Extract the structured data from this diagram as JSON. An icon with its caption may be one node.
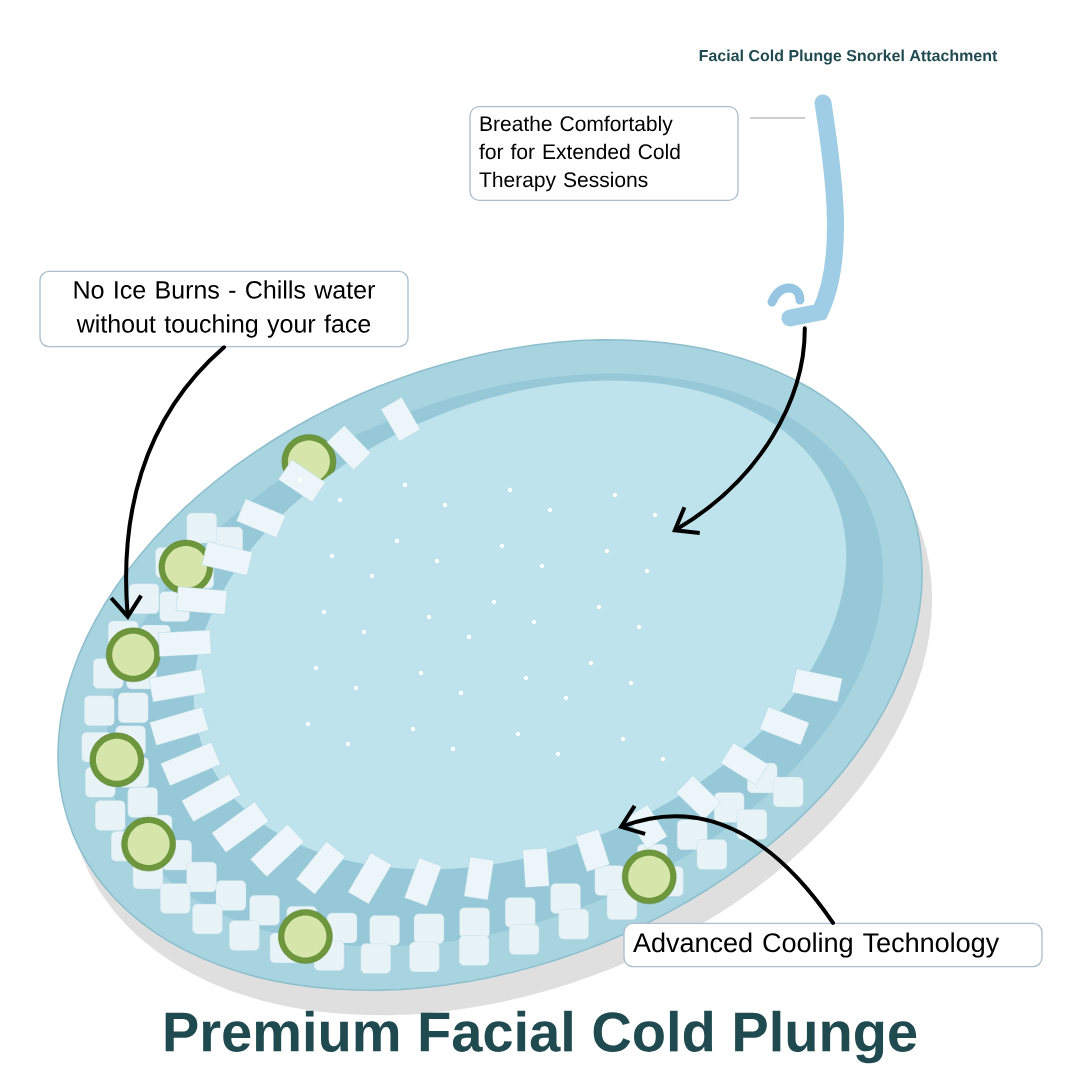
{
  "diagram": {
    "title": "Premium Facial Cold Plunge",
    "nodes": [
      {
        "text": [
          "Breathe Comfortably for for Extended Cold Therapy Sessions"
        ]
      },
      {
        "text": [],
        "shape": "picture"
      },
      {
        "text": [
          "No Ice Burns - Chills water without touching your face"
        ]
      },
      {
        "text": [
          "Advanced Cooling Technology"
        ]
      }
    ],
    "edges": [
      {
        "from": 0,
        "to": 1,
        "arrow": "none",
        "color": "#9a9a9a"
      },
      {
        "from": 1,
        "to": null,
        "arrow": "to"
      },
      {
        "from": 2,
        "to": null,
        "arrow": "to"
      },
      {
        "from": 3,
        "to": null,
        "arrow": "to"
      }
    ],
    "labels": [
      "Facial Cold Plunge Snorkel Attachment"
    ]
  }
}
